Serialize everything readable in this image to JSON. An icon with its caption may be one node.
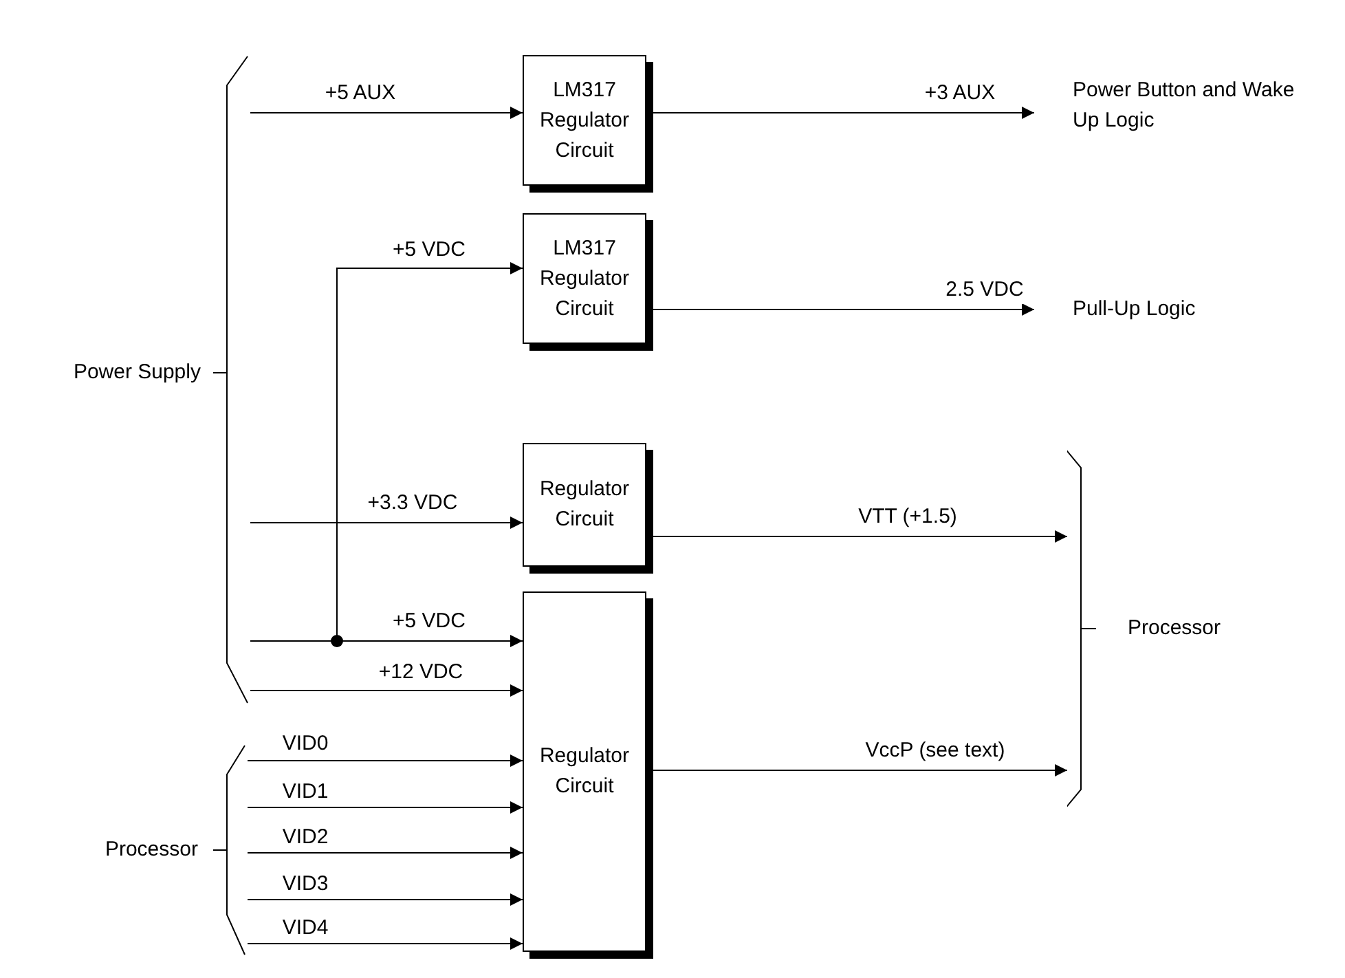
{
  "diagram": {
    "nodes": [
      {
        "text": [
          "Power Supply"
        ]
      },
      {
        "text": [
          "Processor"
        ]
      },
      {
        "text": [
          "LM317 Regulator Circuit"
        ]
      },
      {
        "text": [
          "LM317 Regulator Circuit"
        ]
      },
      {
        "text": [
          "Regulator Circuit"
        ]
      },
      {
        "text": [
          "Regulator Circuit"
        ]
      },
      {
        "text": [
          "Power Button and Wake Up Logic"
        ]
      },
      {
        "text": [
          "Pull-Up Logic"
        ]
      },
      {
        "text": [
          "Processor"
        ]
      }
    ],
    "edges": [
      {
        "from": 0,
        "to": 2,
        "arrow": "to",
        "label": "+5 AUX"
      },
      {
        "from": 0,
        "to": 3,
        "arrow": "to",
        "label": "+5 VDC"
      },
      {
        "from": 0,
        "to": 4,
        "arrow": "to",
        "label": "+3.3 VDC"
      },
      {
        "from": 0,
        "to": 5,
        "arrow": "to",
        "label": "+5 VDC"
      },
      {
        "from": 0,
        "to": 5,
        "arrow": "to",
        "label": "+12 VDC"
      },
      {
        "from": 1,
        "to": 5,
        "arrow": "to",
        "label": "VID0"
      },
      {
        "from": 1,
        "to": 5,
        "arrow": "to",
        "label": "VID1"
      },
      {
        "from": 1,
        "to": 5,
        "arrow": "to",
        "label": "VID2"
      },
      {
        "from": 1,
        "to": 5,
        "arrow": "to",
        "label": "VID3"
      },
      {
        "from": 1,
        "to": 5,
        "arrow": "to",
        "label": "VID4"
      },
      {
        "from": 2,
        "to": 6,
        "arrow": "to",
        "label": "+3 AUX"
      },
      {
        "from": 3,
        "to": 7,
        "arrow": "to",
        "label": "2.5 VDC"
      },
      {
        "from": 4,
        "to": 8,
        "arrow": "to",
        "label": "VTT (+1.5)"
      },
      {
        "from": 5,
        "to": 8,
        "arrow": "to",
        "label": "VccP (see text)"
      }
    ]
  }
}
